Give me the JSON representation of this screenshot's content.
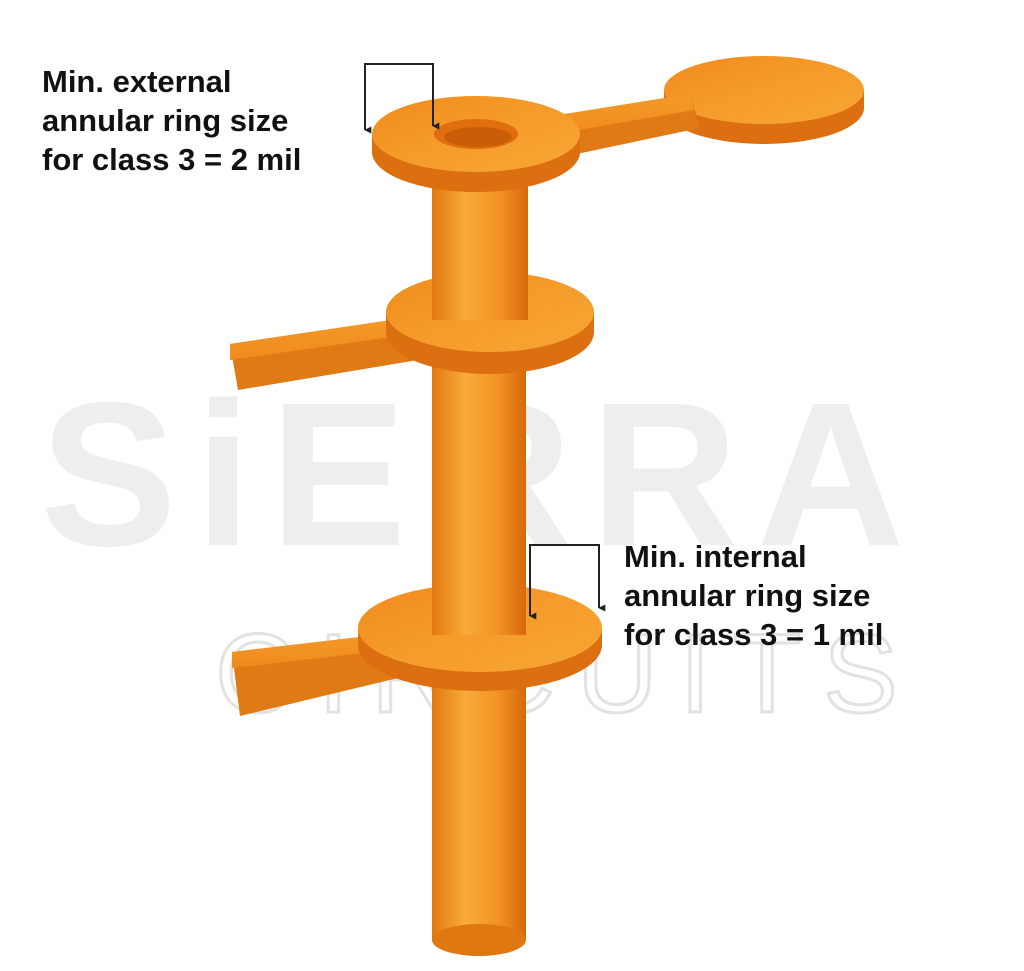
{
  "watermark": {
    "brand": "SiERRA",
    "subtitle": "CIRCUITS"
  },
  "callouts": {
    "external": {
      "lines": [
        "Min. external",
        "annular ring size",
        "for class 3 = 2 mil"
      ]
    },
    "internal": {
      "lines": [
        "Min. internal",
        "annular ring size",
        "for class 3 = 1 mil"
      ]
    }
  },
  "colors": {
    "copper_light": "#f7a530",
    "copper_mid": "#f08a1c",
    "copper_dark": "#d9690f",
    "label_text": "#111111",
    "watermark": "#eeeeee"
  }
}
